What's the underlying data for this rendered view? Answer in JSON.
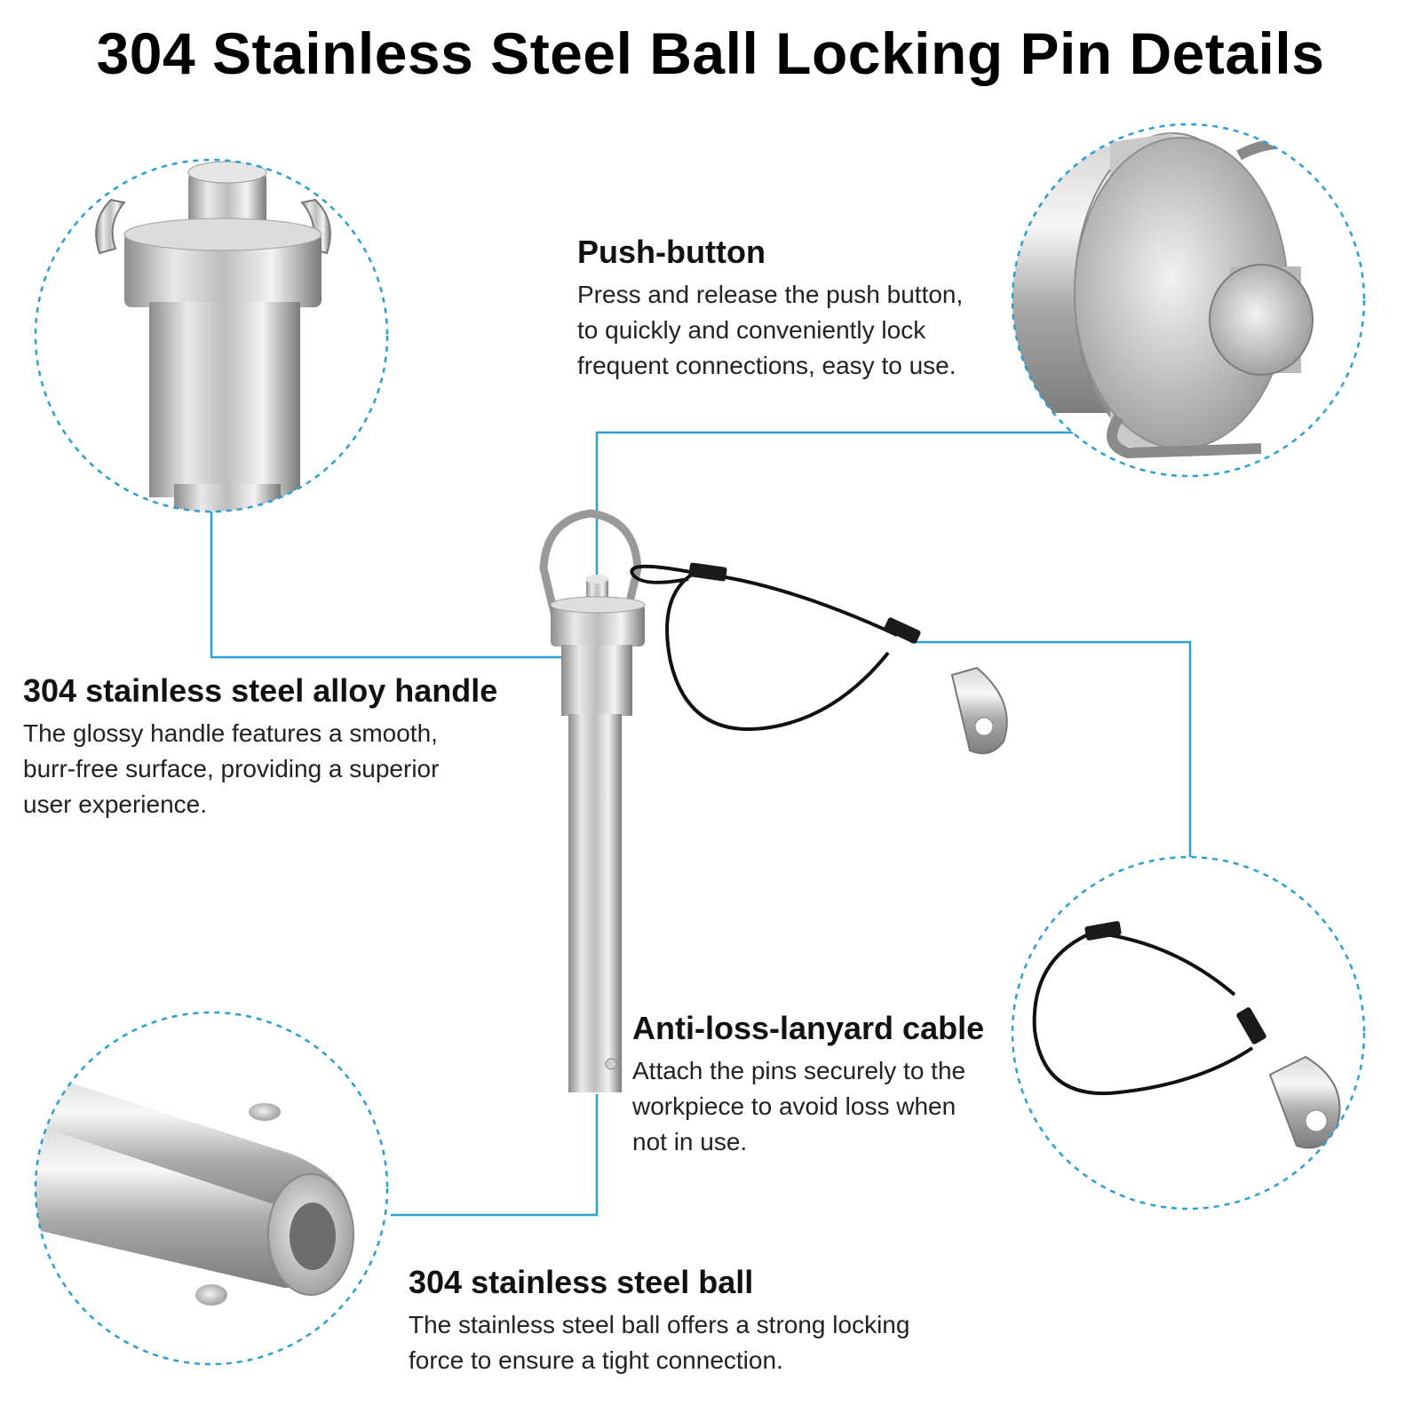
{
  "title": "304 Stainless Steel Ball Locking Pin Details",
  "accent_color": "#2a9fd6",
  "callouts": [
    {
      "heading": "Push-button",
      "lines": [
        "Press and release the push button,",
        "to quickly and conveniently lock",
        "frequent connections, easy to use."
      ],
      "icon": "push-button-closeup"
    },
    {
      "heading": "304 stainless steel alloy handle",
      "lines": [
        "The glossy handle features a smooth,",
        "burr-free surface, providing a superior",
        "user experience."
      ],
      "icon": "handle-closeup"
    },
    {
      "heading": "Anti-loss-lanyard cable",
      "lines": [
        "Attach the pins securely to the",
        "workpiece to avoid loss when",
        "not in use."
      ],
      "icon": "lanyard-closeup"
    },
    {
      "heading": "304 stainless steel ball",
      "lines": [
        "The stainless steel ball offers a strong locking",
        "force to ensure a tight connection."
      ],
      "icon": "ball-closeup"
    }
  ]
}
